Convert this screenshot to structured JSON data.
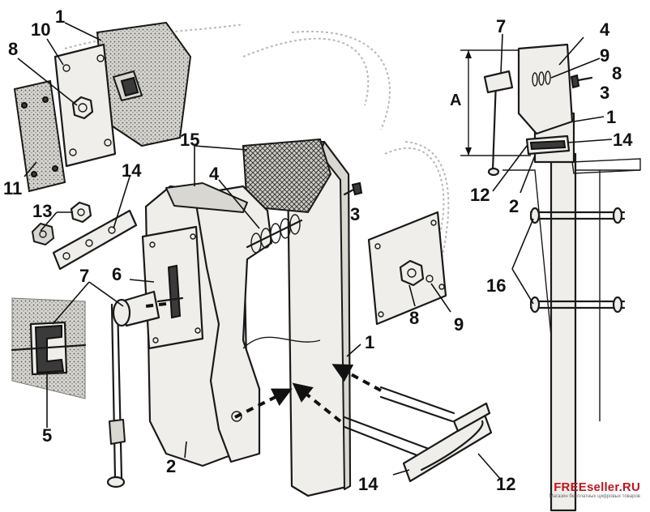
{
  "labels": {
    "n1_top": "1",
    "n10": "10",
    "n8_left": "8",
    "n11": "11",
    "n13": "13",
    "n14_left": "14",
    "n15": "15",
    "n4_main": "4",
    "n3_main": "3",
    "n6": "6",
    "n7_main": "7",
    "n5": "5",
    "n2_main": "2",
    "n8_plate": "8",
    "n9_plate": "9",
    "n1_main": "1",
    "n14_bottom": "14",
    "n12_bottom": "12",
    "n7_side": "7",
    "n4_side": "4",
    "n9_side": "9",
    "nA": "A",
    "n8_side": "8",
    "n3_side": "3",
    "n1_side": "1",
    "n14_side": "14",
    "n12_side": "12",
    "n2_side": "2",
    "n16": "16"
  },
  "watermark": {
    "title": "FREEseller.RU",
    "subtitle": "Магазин бесплатных цифровых товаров"
  }
}
